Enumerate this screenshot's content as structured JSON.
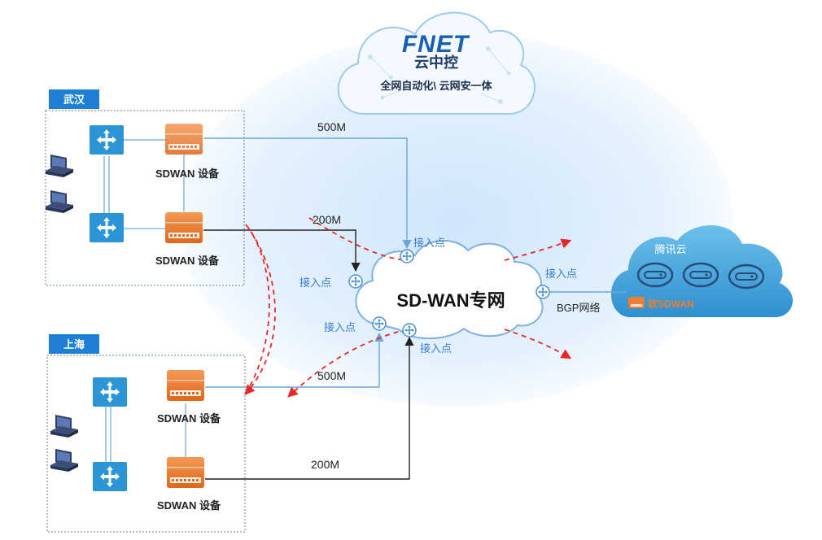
{
  "brand": {
    "logo_text": "FNET",
    "name": "云中控",
    "slogan": "全网自动化\\ 云网安一体"
  },
  "sites": [
    {
      "label": "武汉"
    },
    {
      "label": "上海"
    }
  ],
  "device_label": "SDWAN 设备",
  "bandwidth": {
    "wh_top": "500M",
    "wh_bottom": "200M",
    "sh_top": "500M",
    "sh_bottom": "200M"
  },
  "sdwan": {
    "title": "SD-WAN专网",
    "access_point": "接入点",
    "bgp": "BGP网络"
  },
  "tencent": {
    "title": "腾讯云",
    "soft_sdwan": "软SDWAN"
  },
  "colors": {
    "site_tag": "#1e7fd6",
    "device": "#ef7d2e",
    "switch": "#2b95d6",
    "cloud": "#3ea6dd",
    "dash_red": "#e62828",
    "link_blue": "#6aa6dc"
  }
}
